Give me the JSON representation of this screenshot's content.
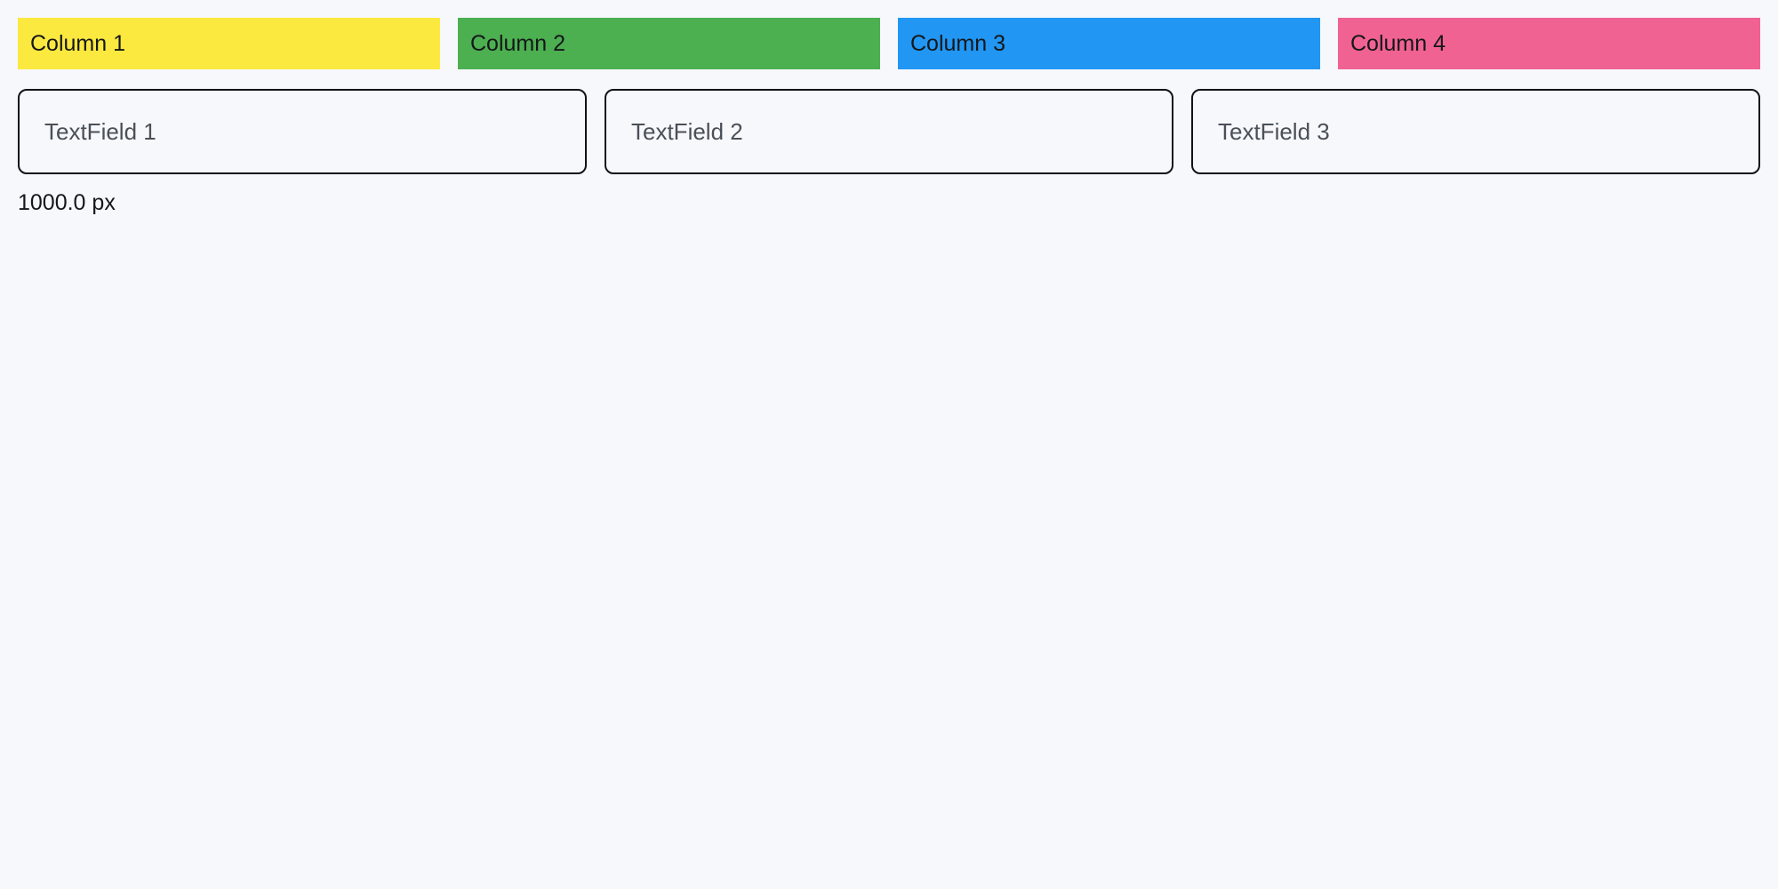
{
  "app": {
    "background_color": "#f7f8fc",
    "text_color": "#15171a"
  },
  "columns": {
    "items": [
      {
        "label": "Column 1",
        "color": "#fce93f"
      },
      {
        "label": "Column 2",
        "color": "#4caf50"
      },
      {
        "label": "Column 3",
        "color": "#2196f3"
      },
      {
        "label": "Column 4",
        "color": "#f06292"
      }
    ]
  },
  "textfields": {
    "border_color": "#111317",
    "placeholder_color": "#4a5058",
    "items": [
      {
        "placeholder": "TextField 1",
        "value": ""
      },
      {
        "placeholder": "TextField 2",
        "value": ""
      },
      {
        "placeholder": "TextField 3",
        "value": ""
      }
    ]
  },
  "measurement": {
    "label": "1000.0 px"
  }
}
